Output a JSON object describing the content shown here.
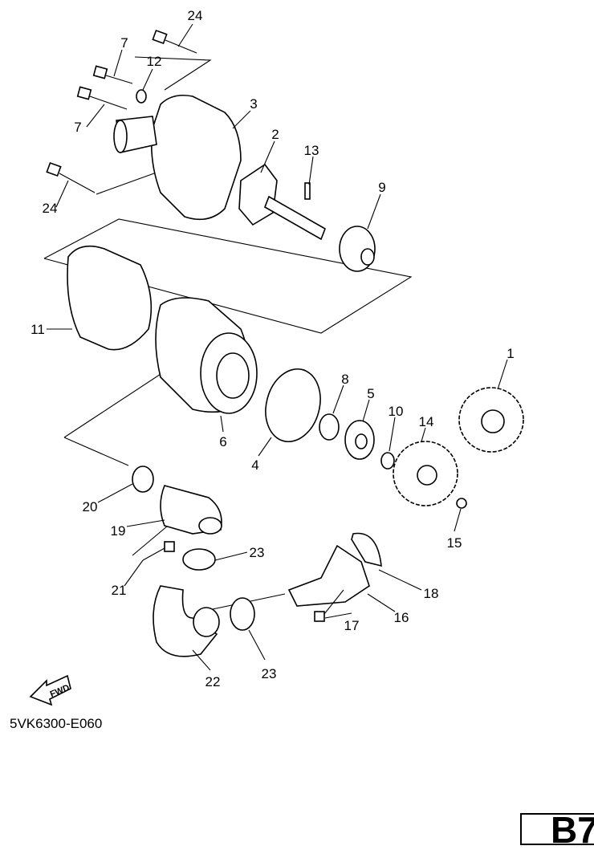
{
  "diagram_code": "5VK6300-E060",
  "page_id": "B7",
  "fwd_label": "FWD",
  "callouts": {
    "c24a": "24",
    "c7a": "7",
    "c12": "12",
    "c3": "3",
    "c7b": "7",
    "c2": "2",
    "c13": "13",
    "c9": "9",
    "c24b": "24",
    "c11": "11",
    "c1": "1",
    "c8": "8",
    "c5": "5",
    "c10": "10",
    "c14": "14",
    "c6": "6",
    "c4": "4",
    "c20": "20",
    "c19": "19",
    "c15": "15",
    "c23a": "23",
    "c18": "18",
    "c21": "21",
    "c16": "16",
    "c17": "17",
    "c22": "22",
    "c23b": "23"
  }
}
